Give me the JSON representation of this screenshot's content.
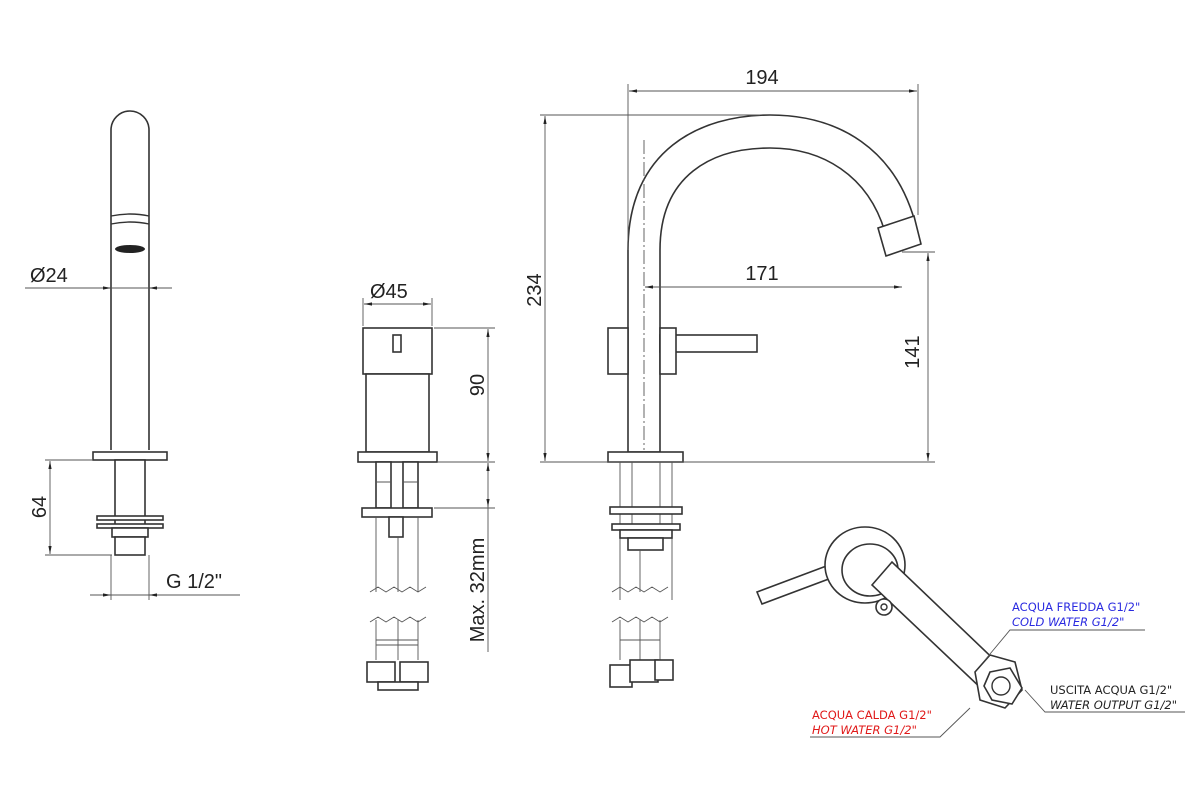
{
  "dimensions": {
    "spout_diameter": "Ø24",
    "spout_shank_length": "64",
    "spout_thread": "G 1/2\"",
    "handle_diameter": "Ø45",
    "handle_height": "90",
    "max_deck_thickness": "Max. 32mm",
    "spout_reach_total": "194",
    "spout_height_total": "234",
    "spout_reach_outlet": "171",
    "spout_outlet_height": "141"
  },
  "labels": {
    "cold_it": "ACQUA FREDDA G1/2\"",
    "cold_en": "COLD WATER G1/2\"",
    "output_it": "USCITA ACQUA G1/2\"",
    "output_en": "WATER OUTPUT G1/2\"",
    "hot_it": "ACQUA CALDA G1/2\"",
    "hot_en": "HOT WATER G1/2\""
  },
  "colors": {
    "cold": "#2a2ae0",
    "hot": "#e01818",
    "line": "#333333"
  }
}
